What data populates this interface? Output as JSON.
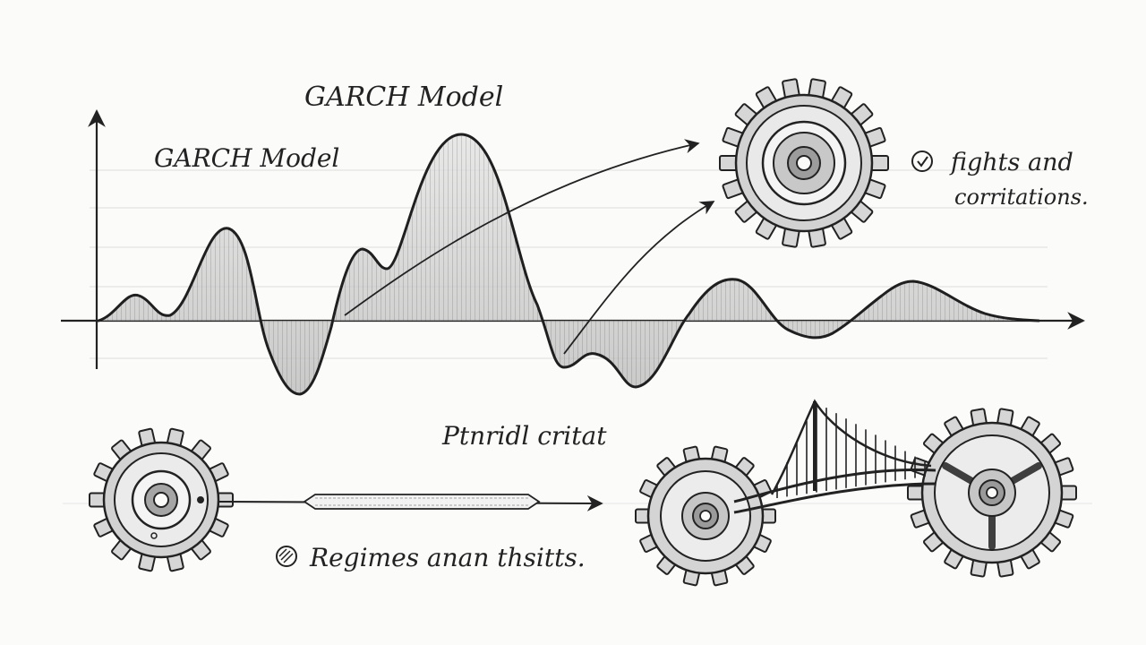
{
  "labels": {
    "garch_top": "GARCH Model",
    "garch_left": "GARCH Model",
    "right_note_line1": "fights and",
    "right_note_line2": "corritations.",
    "middle_label": "Ptnridl critat",
    "bottom_note": "Regimes anan thsitts."
  },
  "icons": {
    "main_gear": "gear-icon",
    "left_gear": "gear-icon",
    "bridge_gear_left": "gear-icon",
    "bridge_gear_right": "gear-icon",
    "check": "check-circle-icon",
    "bottom_mark": "hatched-circle-icon"
  },
  "colors": {
    "ink": "#222222",
    "grid": "#dcdcdc",
    "fill": "#c9c9c9",
    "paper": "#fbfbf9"
  }
}
